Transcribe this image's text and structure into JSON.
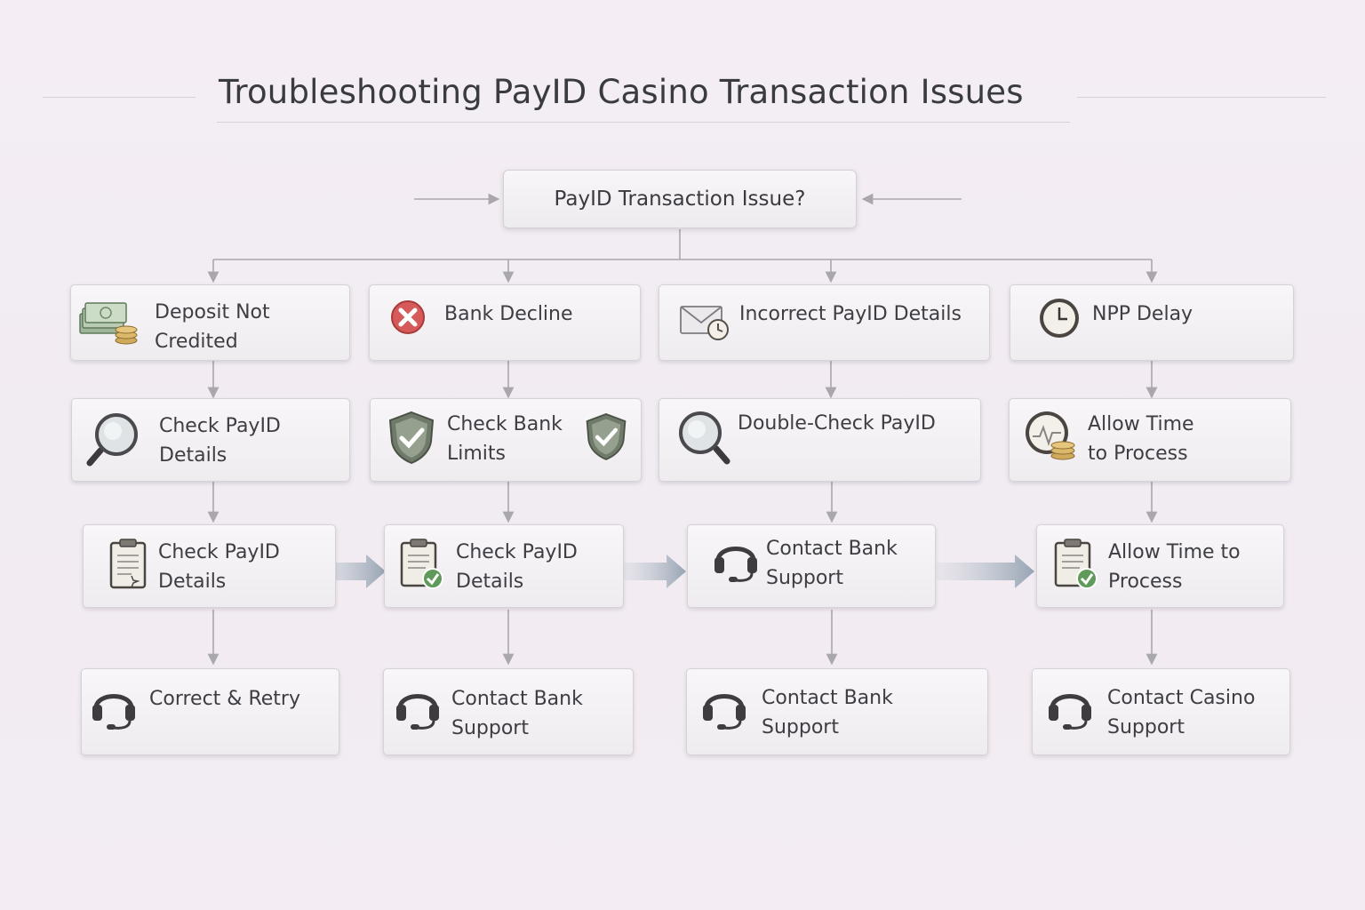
{
  "title": "Troubleshooting PayID Casino Transaction Issues",
  "root": {
    "label": "PayID Transaction Issue?"
  },
  "row1": [
    {
      "label": "Deposit Not\nCredited",
      "icon": "money-coins-icon"
    },
    {
      "label": "Bank Decline",
      "icon": "x-circle-icon"
    },
    {
      "label": "Incorrect  PayID Details",
      "icon": "envelope-clock-icon"
    },
    {
      "label": "NPP Delay",
      "icon": "clock-icon"
    }
  ],
  "row2": [
    {
      "label": "Check PayID\nDetails",
      "icon": "magnifier-icon"
    },
    {
      "label": "Check Bank\nLimits",
      "icon": "shield-check-icon"
    },
    {
      "label": "Double-Check PayID",
      "icon": "magnifier-icon"
    },
    {
      "label": "Allow Time\nto Process",
      "icon": "clock-coins-icon"
    }
  ],
  "row3": [
    {
      "label": "Check PayID\nDetails",
      "icon": "clipboard-icon"
    },
    {
      "label": "Check PayID\nDetails",
      "icon": "clipboard-check-icon"
    },
    {
      "label": "Contact Bank\nSupport",
      "icon": "headset-icon"
    },
    {
      "label": "Allow Time to\nProcess",
      "icon": "clipboard-check-icon"
    }
  ],
  "row4": [
    {
      "label": "Correct & Retry",
      "icon": "headset-icon"
    },
    {
      "label": "Contact Bank\nSupport",
      "icon": "headset-icon"
    },
    {
      "label": "Contact Bank\nSupport",
      "icon": "headset-icon"
    },
    {
      "label": "Contact Casino\nSupport",
      "icon": "headset-icon"
    }
  ],
  "colors": {
    "connector": "#a9a6ac",
    "arrow": "#9aa6b4",
    "check_green": "#5f9a5a",
    "decline_red": "#d65a5a"
  }
}
